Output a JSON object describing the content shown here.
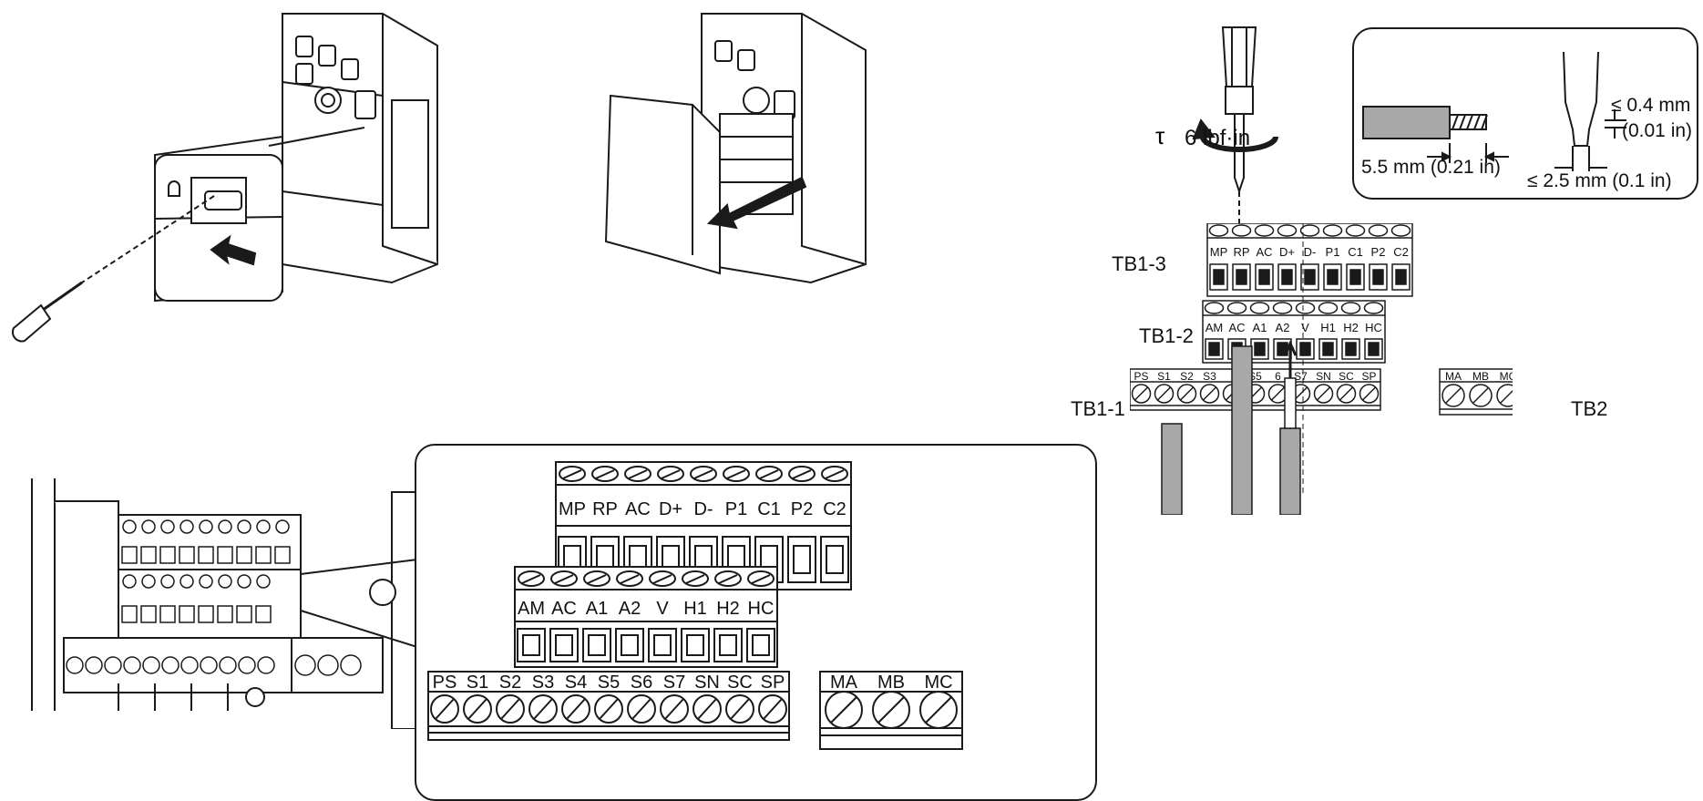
{
  "torque": {
    "symbol": "τ",
    "value": "6 lbf·in"
  },
  "wire_spec": {
    "strip_length": "5.5 mm (0.21 in)",
    "blade_thickness_line1": "≤ 0.4 mm",
    "blade_thickness_line2": "(0.01 in)",
    "blade_width": "≤ 2.5 mm (0.1 in)"
  },
  "blocks": {
    "tb1_3": {
      "name": "TB1-3",
      "terminals": [
        "MP",
        "RP",
        "AC",
        "D+",
        "D-",
        "P1",
        "C1",
        "P2",
        "C2"
      ]
    },
    "tb1_2": {
      "name": "TB1-2",
      "terminals": [
        "AM",
        "AC",
        "A1",
        "A2",
        "V",
        "H1",
        "H2",
        "HC"
      ]
    },
    "tb1_1": {
      "name": "TB1-1",
      "terminals": [
        "PS",
        "S1",
        "S2",
        "S3",
        "S4",
        "S5",
        "S6",
        "S7",
        "SN",
        "SC",
        "SP"
      ]
    },
    "tb2": {
      "name": "TB2",
      "terminals": [
        "MA",
        "MB",
        "MC"
      ]
    }
  },
  "small_labels_tb1_1": [
    "PS",
    "S1",
    "S2",
    "S3",
    "",
    "S5",
    "6",
    "S7",
    "SN",
    "SC",
    "SP"
  ],
  "small_labels_tb1_3": [
    "MP",
    "RP",
    "AC",
    "D+",
    "D-",
    "P1",
    "C1",
    "P2",
    "C2"
  ],
  "colors": {
    "line": "#1a1a1a",
    "wire": "#a8a8a8",
    "panel": "#ffffff"
  }
}
